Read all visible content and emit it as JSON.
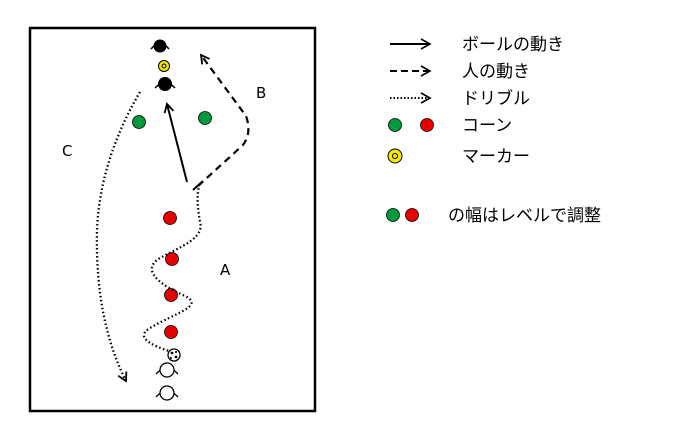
{
  "field": {
    "zone_labels": {
      "a": "A",
      "b": "B",
      "c": "C"
    }
  },
  "legend": {
    "ball_movement": "ボールの動き",
    "player_movement": "人の動き",
    "dribble": "ドリブル",
    "cone": "コーン",
    "marker": "マーカー",
    "cone_note": "の幅はレベルで調整"
  },
  "colors": {
    "cone_red": "#e60000",
    "cone_green": "#009a3e",
    "marker_yellow": "#f5e800",
    "line": "#000000"
  }
}
